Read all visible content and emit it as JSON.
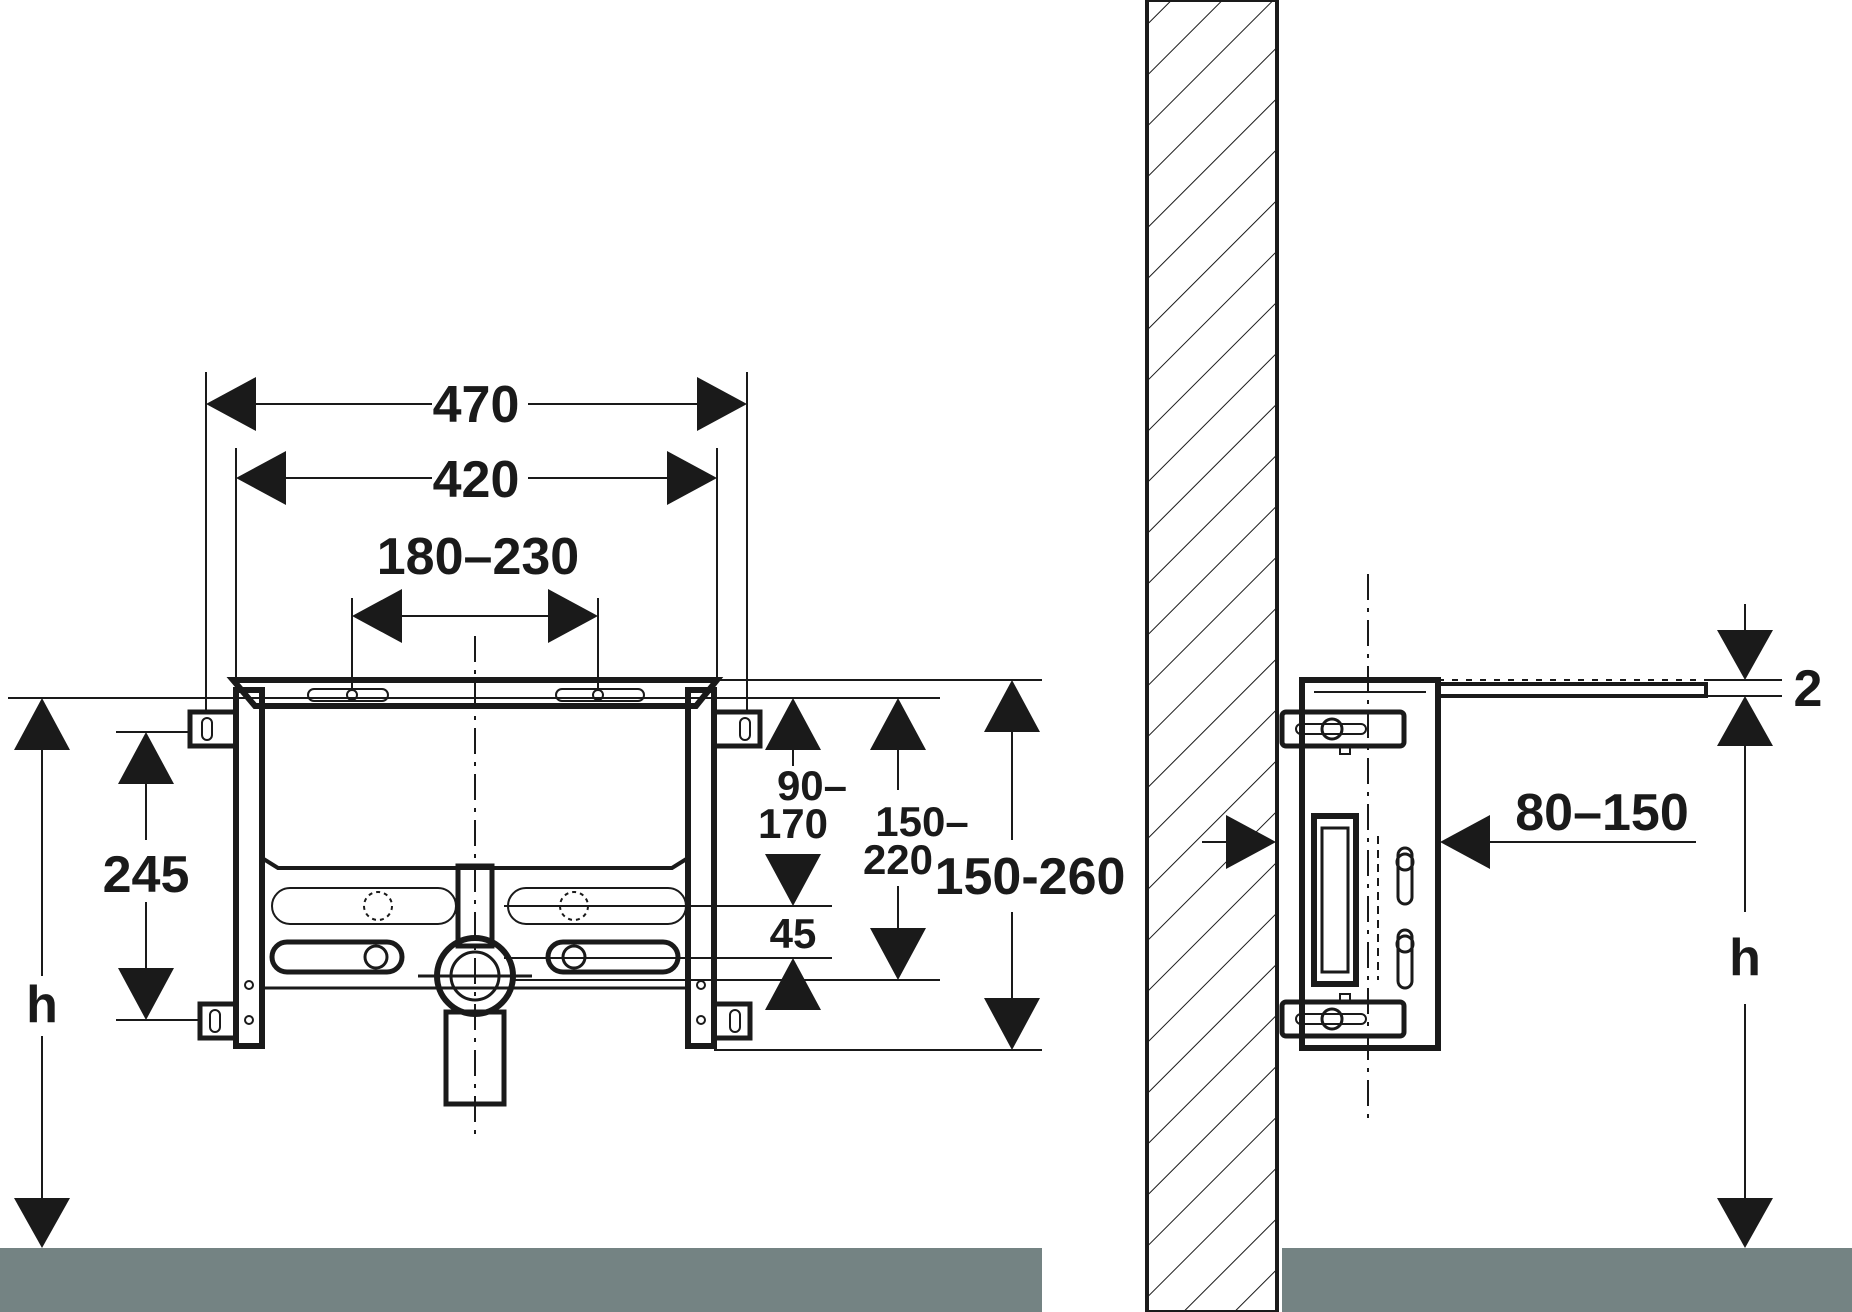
{
  "drawing": {
    "front_view": {
      "dimensions": {
        "overall_width": "470",
        "frame_width": "420",
        "outlet_spacing": "180–230",
        "mount_height": "245",
        "height": "h",
        "upper_range_line1": "90–",
        "upper_range_line2": "170",
        "mid_range_line1": "150–",
        "mid_range_line2": "220",
        "outer_range": "150-260",
        "lower_offset": "45"
      }
    },
    "side_view": {
      "dimensions": {
        "top_offset": "2",
        "depth": "80–150",
        "height": "h"
      }
    },
    "colors": {
      "line": "#1a1a1a",
      "floor": "#748383",
      "background": "#ffffff"
    }
  }
}
